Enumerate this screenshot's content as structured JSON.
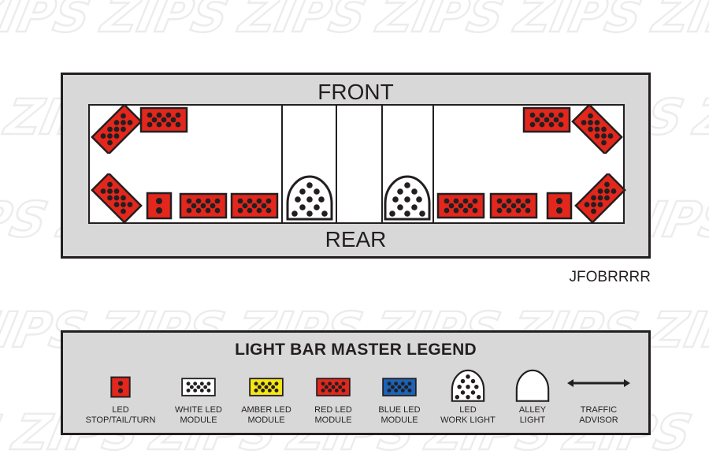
{
  "watermark": {
    "text": "ZIPS"
  },
  "lightbar": {
    "front_label": "FRONT",
    "rear_label": "REAR",
    "model_code": "JFOBRRRR"
  },
  "colors": {
    "red": "#e3271d",
    "white": "#ffffff",
    "amber": "#f5e614",
    "blue": "#1a63b9",
    "frame_gray": "#d9d8d9",
    "outline": "#231f20"
  },
  "legend": {
    "title": "LIGHT BAR MASTER LEGEND",
    "items": [
      {
        "line1": "LED",
        "line2": "STOP/TAIL/TURN",
        "symbol": "stop-tail-turn-icon"
      },
      {
        "line1": "WHITE LED",
        "line2": "MODULE",
        "symbol": "white-module-icon"
      },
      {
        "line1": "AMBER LED",
        "line2": "MODULE",
        "symbol": "amber-module-icon"
      },
      {
        "line1": "RED LED",
        "line2": "MODULE",
        "symbol": "red-module-icon"
      },
      {
        "line1": "BLUE LED",
        "line2": "MODULE",
        "symbol": "blue-module-icon"
      },
      {
        "line1": "LED",
        "line2": "WORK LIGHT",
        "symbol": "work-light-icon"
      },
      {
        "line1": "ALLEY",
        "line2": "LIGHT",
        "symbol": "alley-light-icon"
      },
      {
        "line1": "TRAFFIC",
        "line2": "ADVISOR",
        "symbol": "traffic-advisor-icon"
      }
    ]
  }
}
